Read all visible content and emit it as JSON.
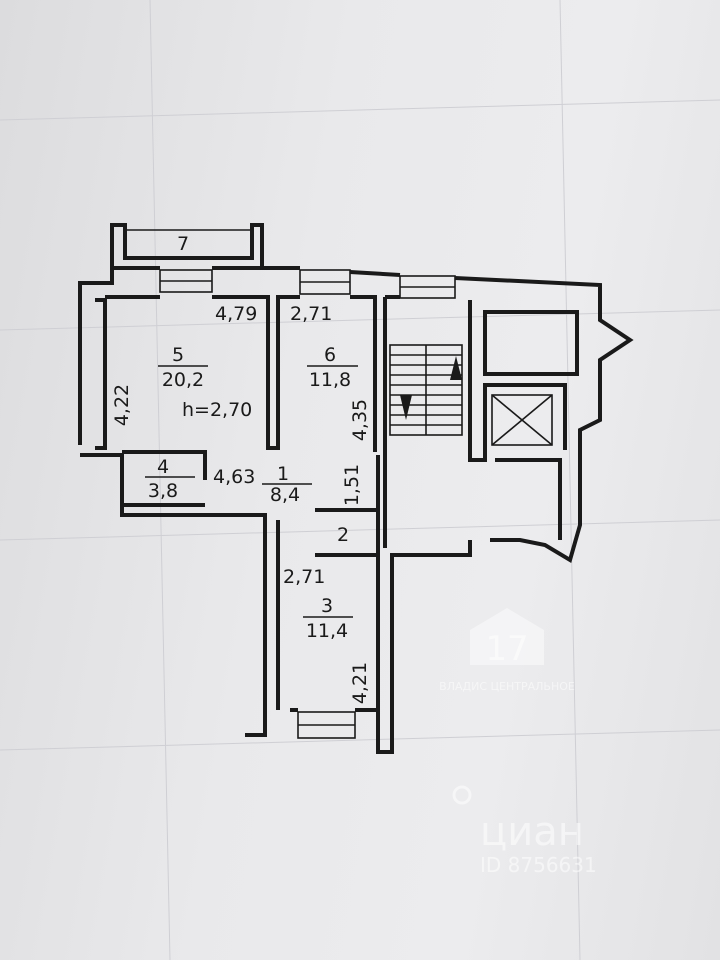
{
  "rooms": [
    {
      "number": "7",
      "area": ""
    },
    {
      "number": "5",
      "area": "20,2"
    },
    {
      "number": "6",
      "area": "11,8"
    },
    {
      "number": "4",
      "area": "3,8"
    },
    {
      "number": "1",
      "area": "8,4"
    },
    {
      "number": "2",
      "area": ""
    },
    {
      "number": "3",
      "area": "11,4"
    }
  ],
  "ceiling_height": "h=2,70",
  "dimensions": {
    "room5_width": "4,79",
    "room5_depth": "4,22",
    "room6_width": "2,71",
    "room6_depth": "4,35",
    "corridor_length": "4,63",
    "corridor_width": "1,51",
    "room3_width": "2,71",
    "room3_depth": "4,21"
  },
  "watermarks": {
    "agency": "ВЛАДИС ЦЕНТРАЛЬНОЕ",
    "agency_logo": "17",
    "listing_brand": "циан",
    "listing_id": "ID 8756631"
  }
}
